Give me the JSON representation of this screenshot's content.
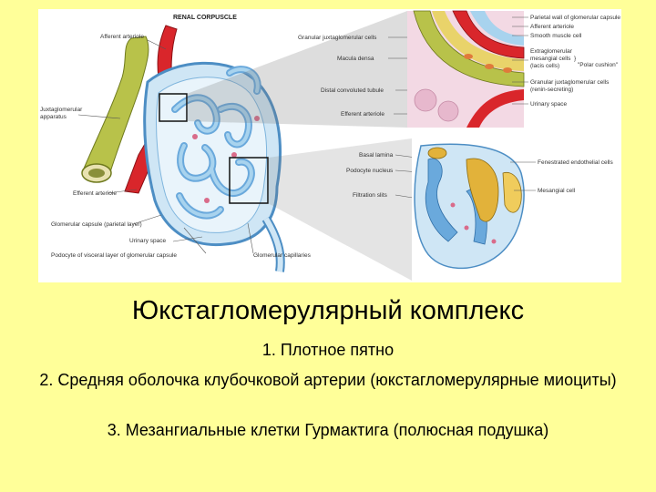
{
  "slide": {
    "title": "Юкстагломерулярный комплекс",
    "items": [
      "1. Плотное пятно",
      "2. Средняя оболочка клубочковой артерии (юкстагломерулярные миоциты)",
      "3. Мезангиальные клетки Гурмактига (полюсная подушка)"
    ]
  },
  "figure": {
    "heading": "RENAL CORPUSCLE",
    "left_labels": {
      "afferent": "Afferent arteriole",
      "jga": [
        "Juxtaglomerular",
        "apparatus"
      ],
      "efferent": "Efferent arteriole",
      "capsule": "Glomerular capsule (parietal layer)",
      "urinary": "Urinary space",
      "podocyte": "Podocyte of visceral layer of glomerular capsule",
      "capillaries": "Glomerular capillaries"
    },
    "middle_labels": {
      "granular": "Granular juxtaglomerular cells",
      "macula": "Macula densa",
      "distal": "Distal convoluted tubule",
      "efferent": "Efferent arteriole",
      "basal": "Basal lamina",
      "podocyte_nucleus": "Podocyte nucleus",
      "filtration": "Filtration slits"
    },
    "right_labels": {
      "parietal": "Parietal wall of glomerular capsule",
      "afferent": "Afferent arteriole",
      "smooth": "Smooth muscle cell",
      "extraglomerular": [
        "Extraglomerular",
        "mesangial cells",
        "(lacis cells)"
      ],
      "polar": [
        "\"Polar cushion\""
      ],
      "granular2": [
        "Granular juxtaglomerular cells",
        "(renin-secreting)"
      ],
      "urinary": "Urinary space",
      "fenestrated": "Fenestrated endothelial cells",
      "mesangial": "Mesangial cell"
    }
  },
  "colors": {
    "background": "#ffff99",
    "artery": "#d9262b",
    "tubule": "#a8d3ee",
    "sheath": "#b8c24a"
  }
}
